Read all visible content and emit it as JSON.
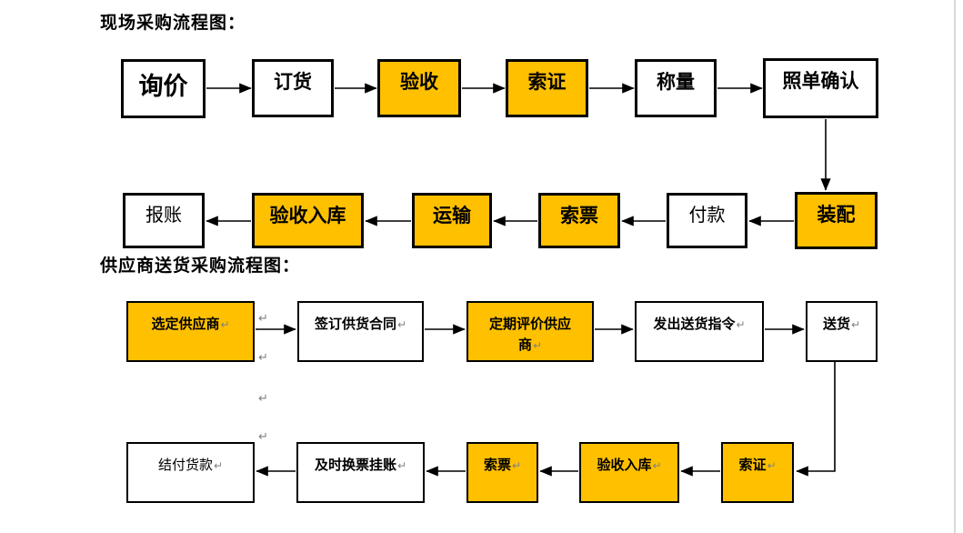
{
  "marks": {
    "pilcrow": "↵"
  },
  "colors": {
    "highlight": "#FFC000",
    "box_border": "#000000",
    "arrow": "#000000",
    "pilcrow_grey": "#808080",
    "page_edge_grey": "#d9d9d9"
  },
  "onsite_flow": {
    "title": "现场采购流程图：",
    "top_row": [
      {
        "label": "询价",
        "highlighted": false
      },
      {
        "label": "订货",
        "highlighted": false
      },
      {
        "label": "验收",
        "highlighted": true
      },
      {
        "label": "索证",
        "highlighted": true
      },
      {
        "label": "称量",
        "highlighted": false
      },
      {
        "label": "照单确认",
        "highlighted": false
      }
    ],
    "bottom_row": [
      {
        "label": "报账",
        "highlighted": false
      },
      {
        "label": "验收入库",
        "highlighted": true
      },
      {
        "label": "运输",
        "highlighted": true
      },
      {
        "label": "索票",
        "highlighted": true
      },
      {
        "label": "付款",
        "highlighted": false
      },
      {
        "label": "装配",
        "highlighted": true
      }
    ]
  },
  "supplier_flow": {
    "title": "供应商送货采购流程图：",
    "top_row": [
      {
        "label": "选定供应商",
        "highlighted": true
      },
      {
        "label": "签订供货合同",
        "highlighted": false
      },
      {
        "label": "定期评价供应商",
        "highlighted": true
      },
      {
        "label": "发出送货指令",
        "highlighted": false
      },
      {
        "label": "送货",
        "highlighted": false
      }
    ],
    "bottom_row": [
      {
        "label": "结付货款",
        "highlighted": false
      },
      {
        "label": "及时换票挂账",
        "highlighted": false
      },
      {
        "label": "索票",
        "highlighted": true
      },
      {
        "label": "验收入库",
        "highlighted": true
      },
      {
        "label": "索证",
        "highlighted": true
      }
    ]
  }
}
